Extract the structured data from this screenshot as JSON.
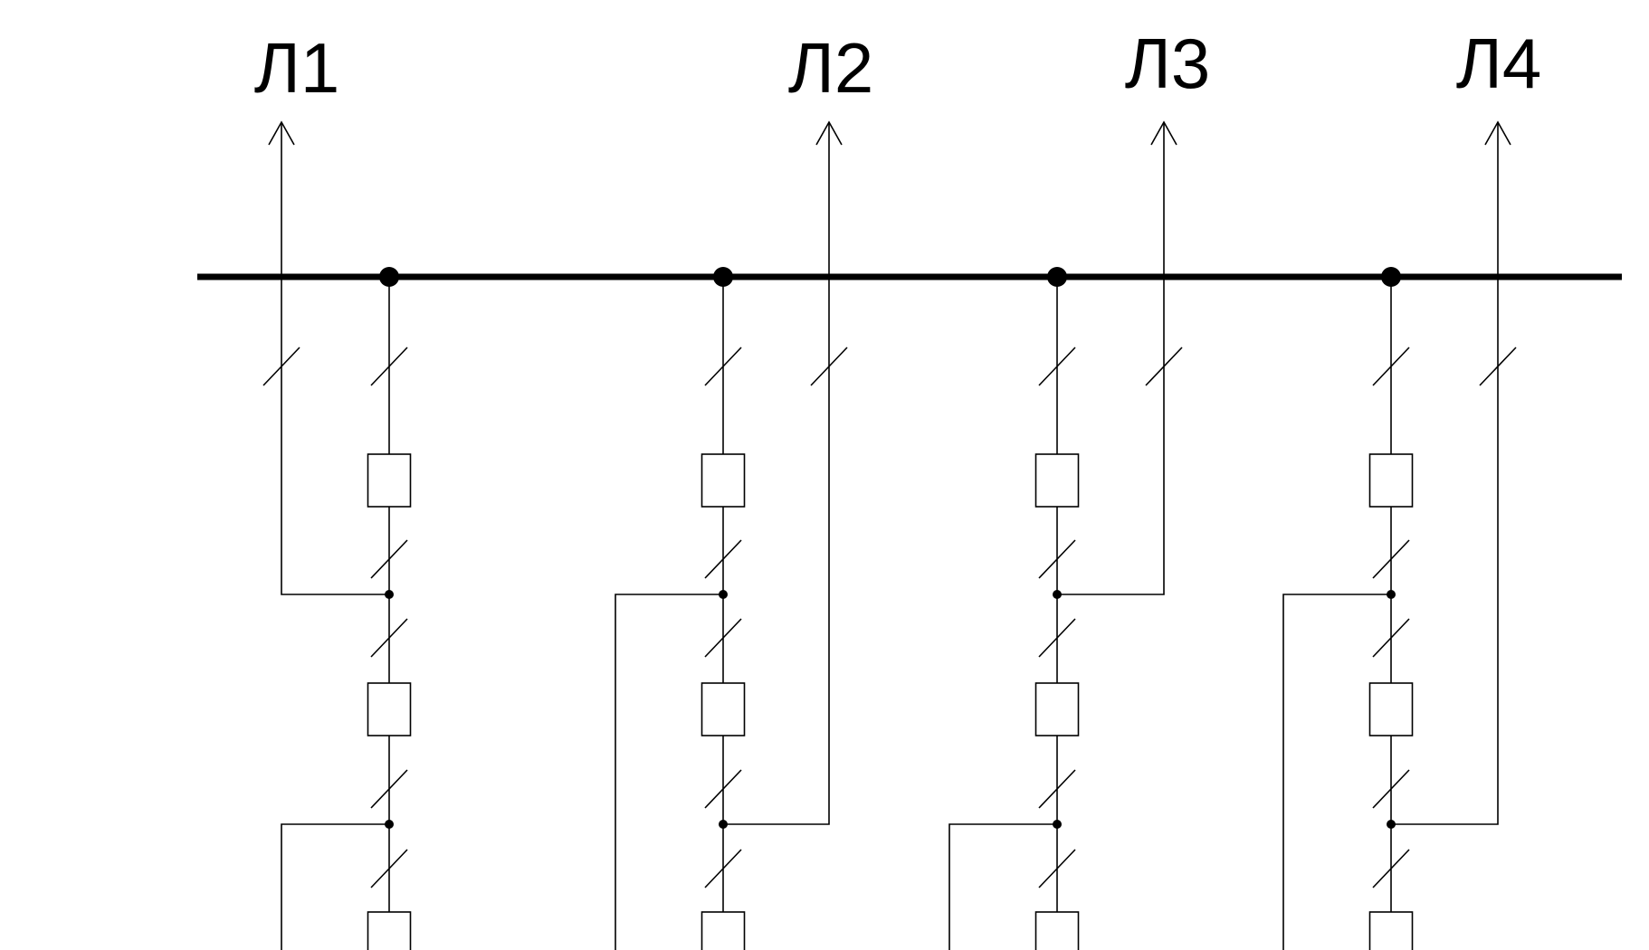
{
  "diagram": {
    "line_labels": [
      "Л1",
      "Л2",
      "Л3",
      "Л4"
    ],
    "colors": {
      "stroke": "#000000",
      "background": "#ffffff"
    }
  }
}
